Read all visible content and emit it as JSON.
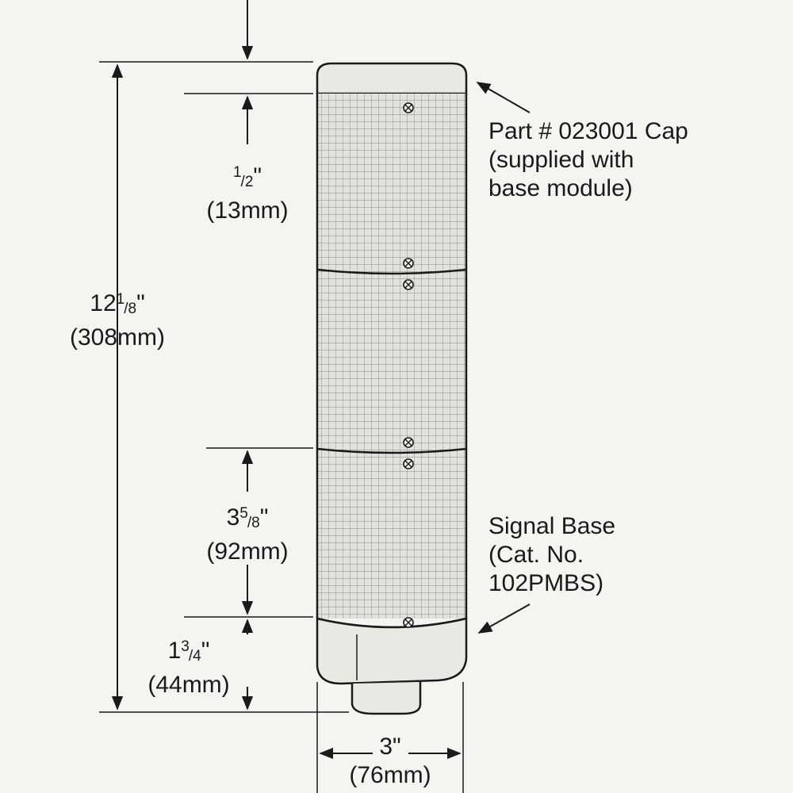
{
  "callouts": {
    "cap": {
      "line1": "Part # 023001 Cap",
      "line2": "(supplied with",
      "line3": "base module)"
    },
    "base": {
      "line1": "Signal Base",
      "line2": "(Cat. No.",
      "line3": "102PMBS)"
    }
  },
  "dimensions": {
    "overall": {
      "whole": "12",
      "num": "1",
      "den": "8",
      "unit": "\"",
      "metric": "(308mm)"
    },
    "cap_offset": {
      "whole": "",
      "num": "1",
      "den": "2",
      "unit": "\"",
      "metric": "(13mm)"
    },
    "module": {
      "whole": "3",
      "num": "5",
      "den": "8",
      "unit": "\"",
      "metric": "(92mm)"
    },
    "base": {
      "whole": "1",
      "num": "3",
      "den": "4",
      "unit": "\"",
      "metric": "(44mm)"
    },
    "width": {
      "whole": "3",
      "num": "",
      "den": "",
      "unit": "\"",
      "metric": "(76mm)"
    }
  },
  "colors": {
    "ink": "#1a1a1a",
    "lens_fill": "#e3e1dc",
    "grid": "#8a8a8a",
    "paper": "#f5f4f1"
  }
}
